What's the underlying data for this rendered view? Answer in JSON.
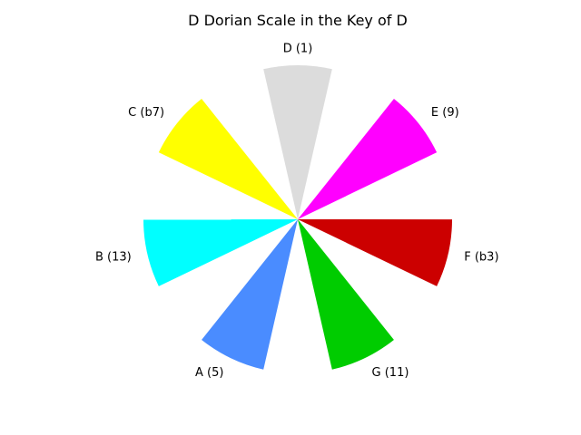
{
  "chart_data": {
    "type": "pie",
    "title": "D Dorian Scale in the Key of D",
    "slices": [
      {
        "label": "D (1)",
        "angle_deg": 90,
        "span_deg": 25.7,
        "color": "#dcdcdc"
      },
      {
        "label": "E (9)",
        "angle_deg": 38.6,
        "span_deg": 25.7,
        "color": "#ff00ff"
      },
      {
        "label": "F (b3)",
        "angle_deg": 347.1,
        "span_deg": 25.7,
        "color": "#cc0000"
      },
      {
        "label": "G (11)",
        "angle_deg": 295.7,
        "span_deg": 25.7,
        "color": "#00cc00"
      },
      {
        "label": "A (5)",
        "angle_deg": 244.3,
        "span_deg": 25.7,
        "color": "#4a8cff"
      },
      {
        "label": "B (13)",
        "angle_deg": 192.9,
        "span_deg": 25.7,
        "color": "#00ffff"
      },
      {
        "label": "C (b7)",
        "angle_deg": 141.4,
        "span_deg": 25.7,
        "color": "#ffff00"
      }
    ]
  }
}
